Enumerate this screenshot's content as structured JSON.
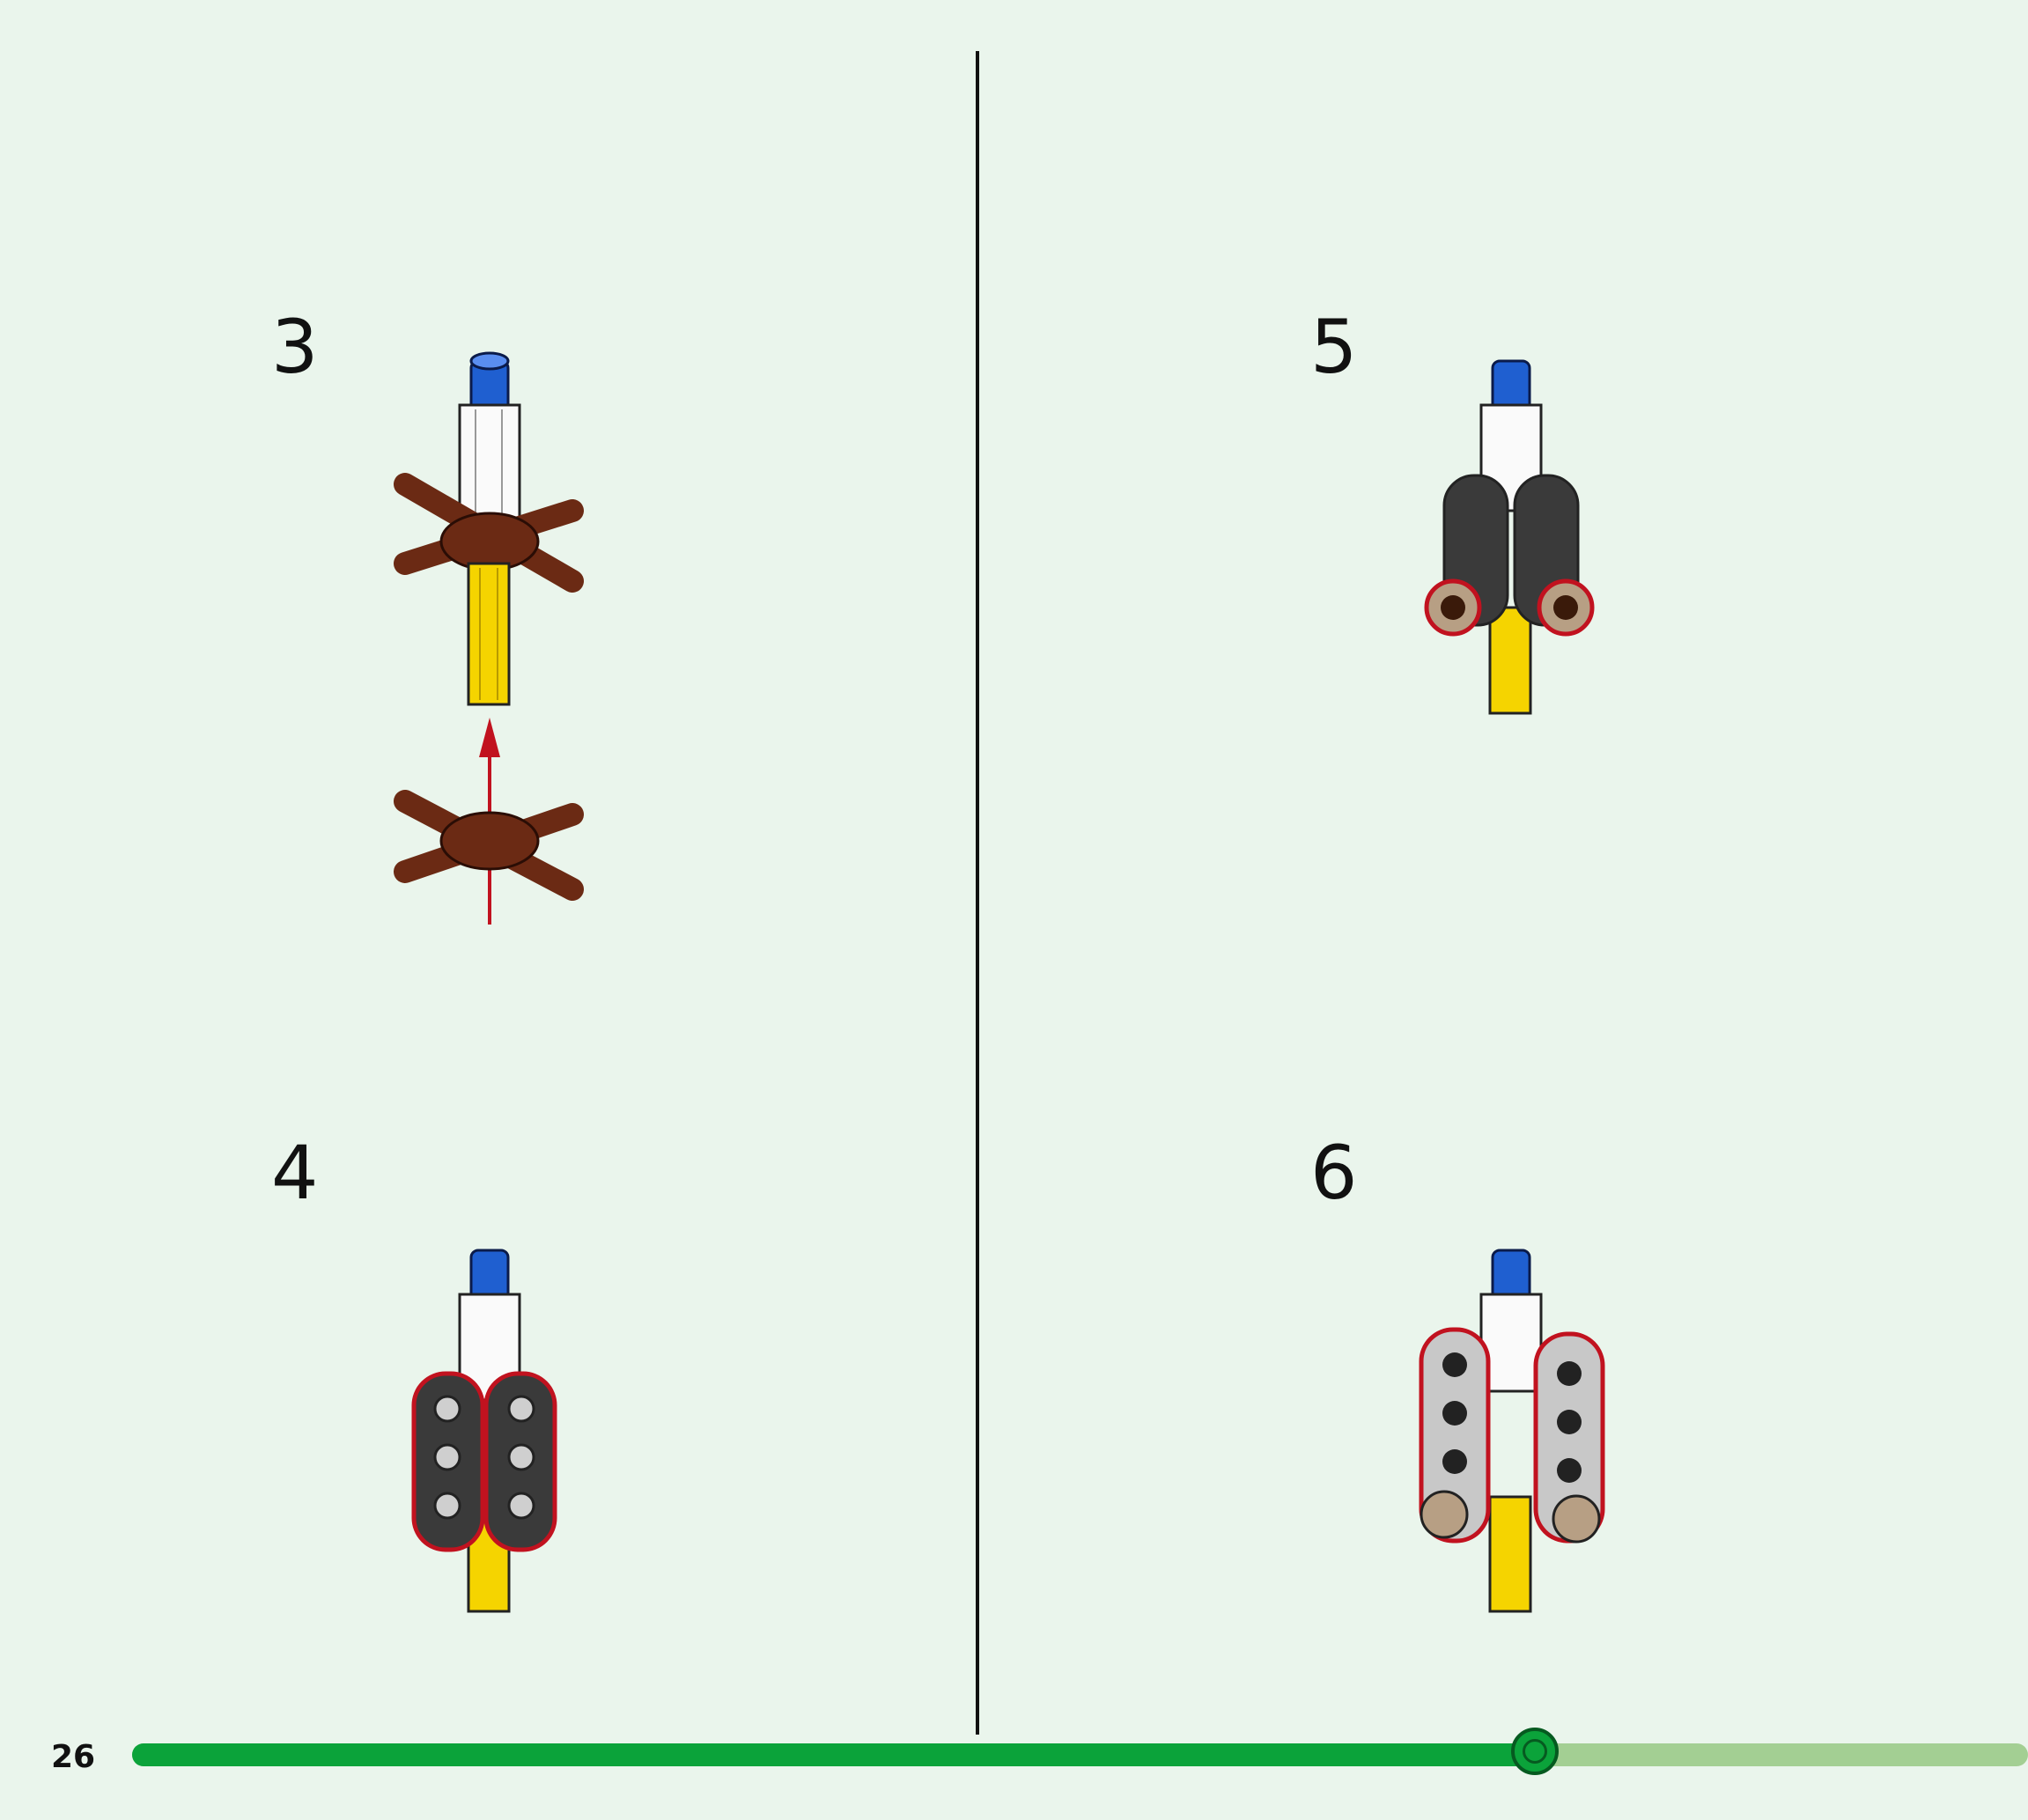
{
  "page": {
    "number": "26"
  },
  "steps": [
    {
      "number": "3"
    },
    {
      "number": "4"
    },
    {
      "number": "5"
    },
    {
      "number": "6"
    }
  ],
  "progress": {
    "fraction": 0.74
  },
  "colors": {
    "background": "#eaf5ec",
    "progress_fill": "#0ba33a",
    "progress_track": "#a3cf93",
    "highlight_outline": "#c1121f"
  },
  "icons": {
    "axle_blue_pin": "blue-pin-icon",
    "axle_yellow": "yellow-axle-icon",
    "hub_brown": "brown-hub-icon"
  }
}
